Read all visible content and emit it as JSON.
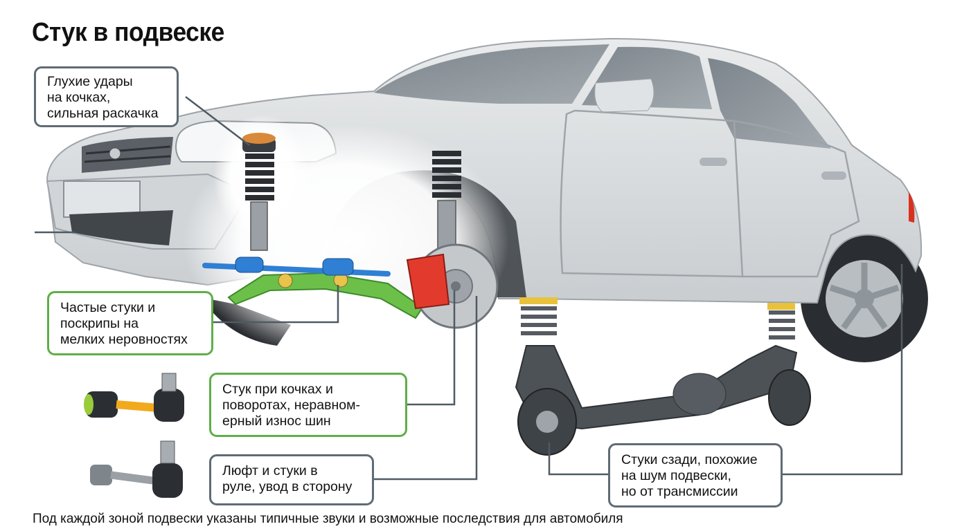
{
  "title": "Стук в подвеске",
  "callouts": {
    "strut": {
      "lines": [
        "Глухие удары",
        "на кочках,",
        "сильная раскачка"
      ]
    },
    "control_arm": {
      "lines": [
        "Частые стуки и",
        "поскрипы на",
        "мелких неровностях"
      ]
    },
    "stabilizer_link": {
      "lines": [
        "Стук при кочках и",
        "поворотах, неравном-",
        "ерный износ шин"
      ]
    },
    "tie_rod_end": {
      "lines": [
        "Люфт и стуки в",
        "руле, увод в сторону"
      ]
    },
    "rear": {
      "lines": [
        "Стуки сзади, похожие",
        "на шум подвески,",
        "но от трансмиссии"
      ]
    }
  },
  "caption": "Под каждой зоной подвески указаны типичные звуки  и возможные последствия для автомобиля",
  "colors": {
    "callout_gray": "#5f6b75",
    "callout_green": "#5fae47",
    "car_body": "#d9dcde",
    "control_arm": "#6cc04a",
    "tie_rod": "#2f7fd4",
    "caliper": "#e23b2e",
    "link": "#f2a91c"
  },
  "icons": [
    "front-strut-icon",
    "tie-rod-icon",
    "control-arm-icon",
    "brake-disc-icon",
    "brake-caliper-icon",
    "stabilizer-link-icon",
    "tie-rod-end-icon",
    "rear-axle-icon",
    "coil-spring-icon"
  ]
}
